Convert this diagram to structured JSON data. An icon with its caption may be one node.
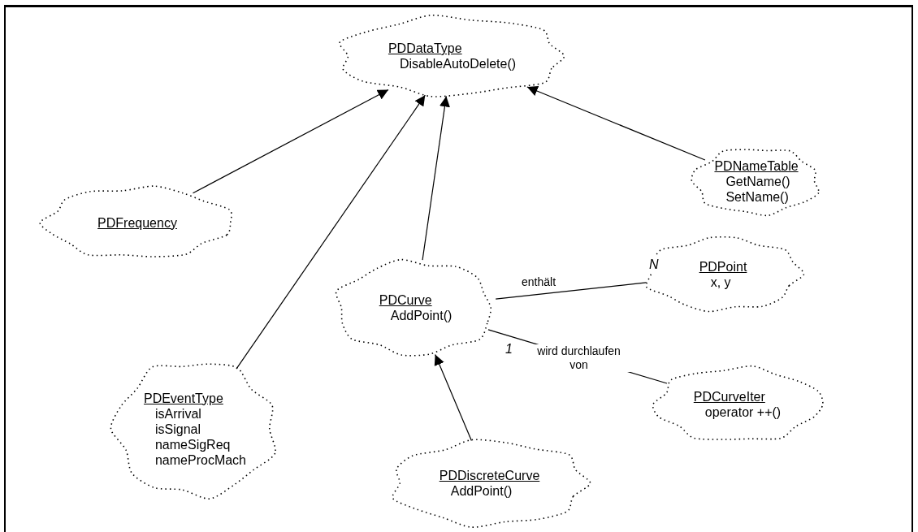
{
  "diagram": {
    "nodes": [
      {
        "text": [
          "PDDataType",
          "DisableAutoDelete()"
        ]
      },
      {
        "text": [
          "PDNameTable",
          "GetName()",
          "SetName()"
        ]
      },
      {
        "text": [
          "PDFrequency"
        ]
      },
      {
        "text": [
          "PDPoint",
          "x, y"
        ]
      },
      {
        "text": [
          "PDCurve",
          "AddPoint()"
        ]
      },
      {
        "text": [
          "PDEventType",
          "isArrival",
          "isSignal",
          "nameSigReq",
          "nameProcMach"
        ]
      },
      {
        "text": [
          "PDCurveIter",
          "operator ++()"
        ]
      },
      {
        "text": [
          "PDDiscreteCurve",
          "AddPoint()"
        ]
      }
    ],
    "edges": [
      {
        "from": 2,
        "to": 0,
        "arrow": "to"
      },
      {
        "from": 5,
        "to": 0,
        "arrow": "to"
      },
      {
        "from": 4,
        "to": 0,
        "arrow": "to"
      },
      {
        "from": 1,
        "to": 0,
        "arrow": "to"
      },
      {
        "from": 4,
        "to": 3,
        "arrow": "none",
        "label": "enthält"
      },
      {
        "from": 4,
        "to": 6,
        "arrow": "none",
        "label": "wird durchlaufen von"
      },
      {
        "from": 7,
        "to": 4,
        "arrow": "to"
      }
    ],
    "labels": [
      "N",
      "1"
    ]
  }
}
